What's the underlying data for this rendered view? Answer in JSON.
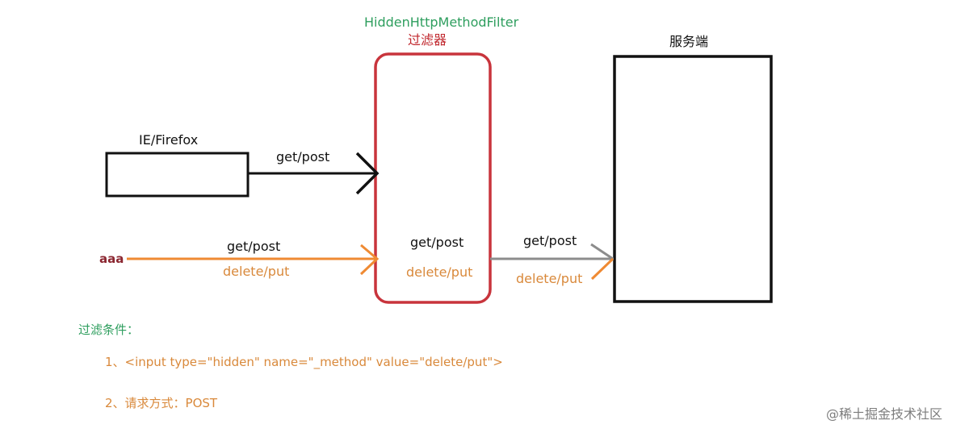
{
  "filter": {
    "name": "HiddenHttpMethodFilter",
    "title": "过滤器",
    "get_post": "get/post",
    "delete_put": "delete/put"
  },
  "server": {
    "title": "服务端"
  },
  "browser": {
    "label": "IE/Firefox"
  },
  "arrows": {
    "browser_to_filter": "get/post",
    "aaa_label": "aaa",
    "aaa_get_post": "get/post",
    "aaa_delete_put": "delete/put",
    "out_get_post": "get/post",
    "out_delete_put": "delete/put"
  },
  "conditions": {
    "heading": "过滤条件：",
    "items": [
      "1、<input type=\"hidden\" name=\"_method\" value=\"delete/put\">",
      "2、请求方式：POST"
    ]
  },
  "watermark": "@稀土掘金技术社区",
  "colors": {
    "black": "#111111",
    "filter_border": "#c8343c",
    "orange": "#ef8a33",
    "grey": "#8c8c8c",
    "green_text": "#2e9e5e",
    "orange_text": "#d9893b"
  }
}
